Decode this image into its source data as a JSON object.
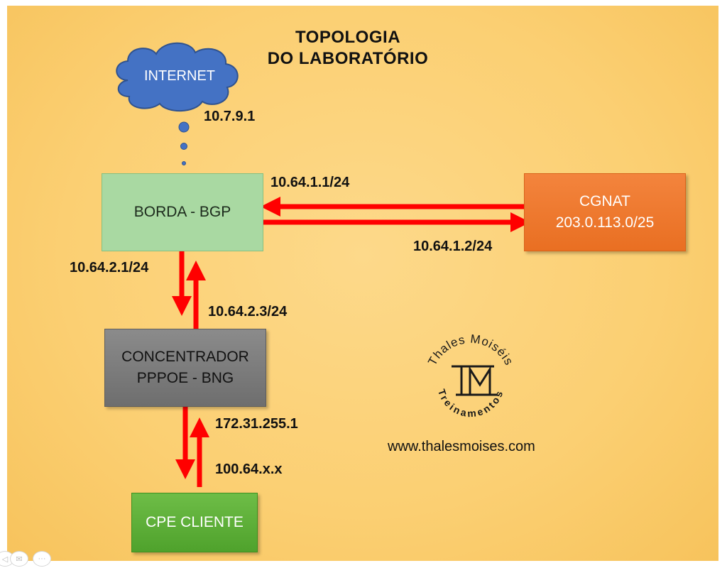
{
  "title": {
    "line1": "TOPOLOGIA",
    "line2": "DO LABORATÓRIO"
  },
  "nodes": {
    "internet": {
      "label": "INTERNET"
    },
    "borda": {
      "label": "BORDA - BGP"
    },
    "cgnat": {
      "line1": "CGNAT",
      "line2": "203.0.113.0/25"
    },
    "concentrador": {
      "line1": "CONCENTRADOR",
      "line2": "PPPOE - BNG"
    },
    "cpe": {
      "label": "CPE CLIENTE"
    }
  },
  "addresses": {
    "internet_gateway": "10.7.9.1",
    "borda_cgnat": "10.64.1.1/24",
    "cgnat_borda": "10.64.1.2/24",
    "borda_concentrador": "10.64.2.1/24",
    "concentrador_borda": "10.64.2.3/24",
    "concentrador_cpe": "172.31.255.1",
    "cpe_pool": "100.64.x.x"
  },
  "logo": {
    "top_text": "Thales Moiséis",
    "bottom_text": "Treinamentos",
    "mark": "TM"
  },
  "website": "www.thalesmoises.com",
  "colors": {
    "background": "#fbcf72",
    "arrow": "#ff0000",
    "cloud": "#4472c4",
    "borda": "#a9d9a2",
    "cgnat": "#ef7a30",
    "concentrador": "#7f7f7f",
    "cpe": "#5fb03a"
  }
}
